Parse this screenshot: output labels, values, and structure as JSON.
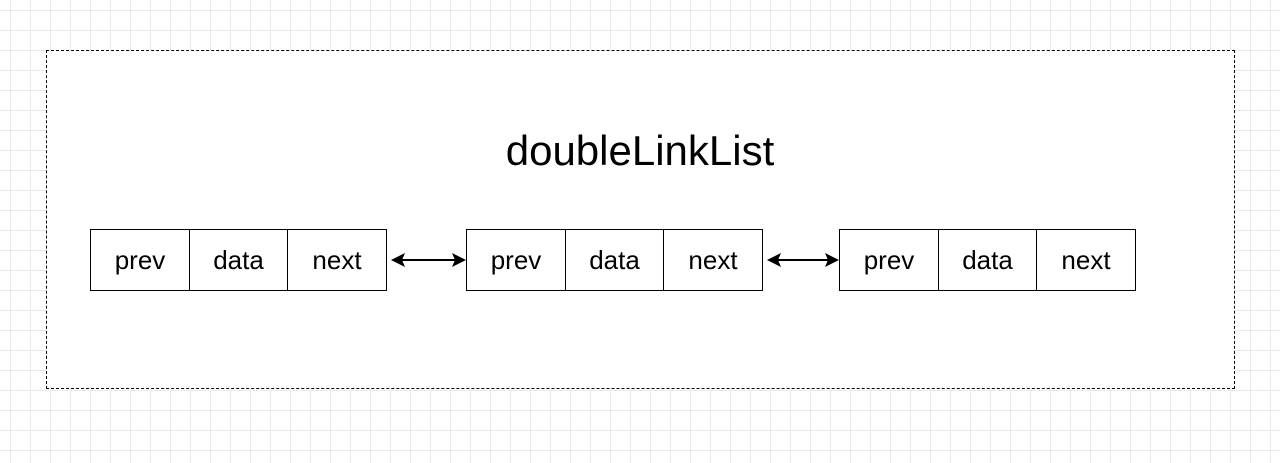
{
  "diagram": {
    "title": "doubleLinkList",
    "nodes": [
      {
        "fields": [
          "prev",
          "data",
          "next"
        ]
      },
      {
        "fields": [
          "prev",
          "data",
          "next"
        ]
      },
      {
        "fields": [
          "prev",
          "data",
          "next"
        ]
      }
    ],
    "links": [
      {
        "from": 0,
        "to": 1,
        "direction": "bidirectional"
      },
      {
        "from": 1,
        "to": 2,
        "direction": "bidirectional"
      }
    ],
    "colors": {
      "stroke": "#000000",
      "background": "#ffffff",
      "grid": "#e9e9e9"
    }
  }
}
